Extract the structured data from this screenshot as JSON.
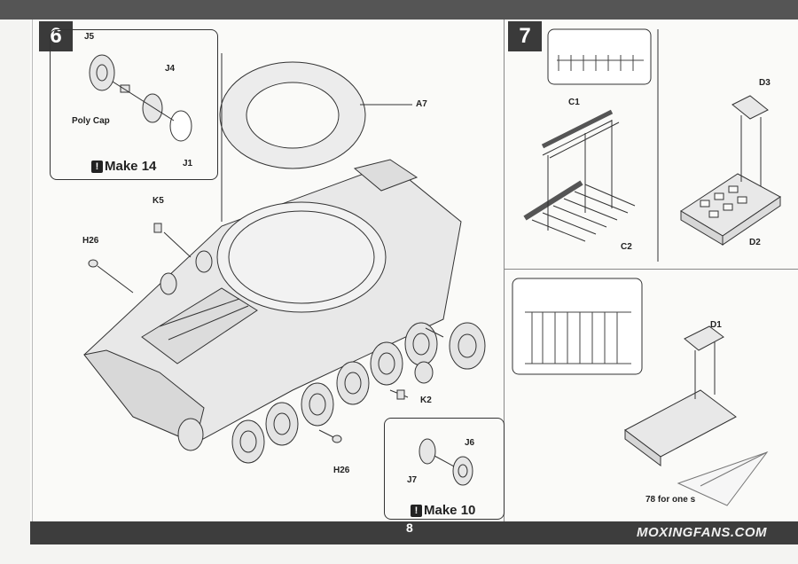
{
  "page_number": "8",
  "watermark": "MOXINGFANS.COM",
  "step6": {
    "number": "6",
    "inset_labels": {
      "j5": "J5",
      "j4": "J4",
      "poly_cap": "Poly Cap",
      "j1": "J1"
    },
    "inset_make": "Make 14",
    "labels": {
      "a7": "A7",
      "k5": "K5",
      "h26_top": "H26",
      "k2": "K2",
      "h26_bottom": "H26"
    },
    "wheel_inset_labels": {
      "j6": "J6",
      "j7": "J7"
    },
    "wheel_inset_make": "Make 10"
  },
  "step7": {
    "number": "7",
    "labels": {
      "c1": "C1",
      "c2": "C2",
      "d3": "D3",
      "d2": "D2",
      "d1": "D1"
    },
    "note": "78 for one s"
  },
  "colors": {
    "bar": "#555555",
    "ink": "#222222",
    "part": "#e6e6e6"
  }
}
